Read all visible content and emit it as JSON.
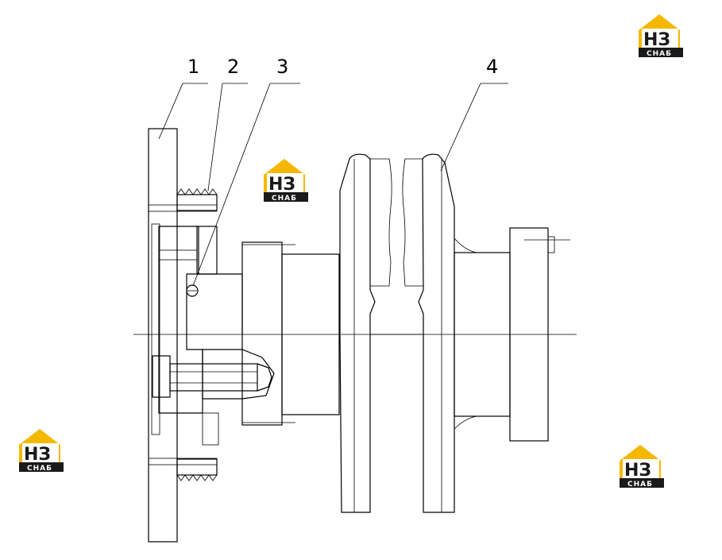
{
  "callouts": [
    "1",
    "2",
    "3",
    "4"
  ],
  "watermark": {
    "letters": "НЗ",
    "word": "СНАБ",
    "color_yellow": "#f5b800",
    "color_dark": "#1a1a1a"
  }
}
